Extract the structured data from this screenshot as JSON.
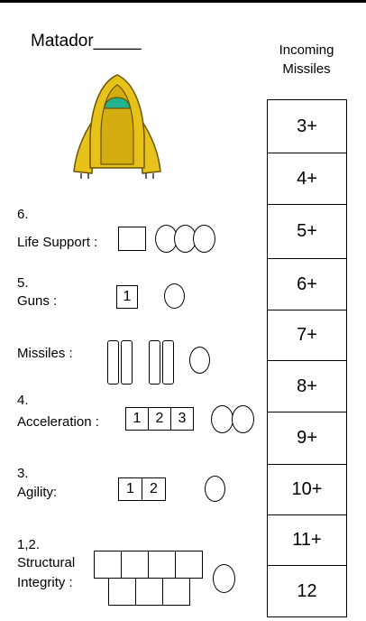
{
  "ship_name_label": "Matador_____",
  "track": {
    "header_line1": "Incoming",
    "header_line2": "Missiles",
    "cells": [
      "3+",
      "4+",
      "5+",
      "6+",
      "7+",
      "8+",
      "9+",
      "10+",
      "11+",
      "12"
    ]
  },
  "systems": {
    "life_support": {
      "number": "6.",
      "label": "Life Support :"
    },
    "guns": {
      "number": "5.",
      "label": "Guns :",
      "boxes": [
        "1"
      ]
    },
    "missiles": {
      "label": "Missiles :"
    },
    "acceleration": {
      "number": "4.",
      "label": "Acceleration :",
      "boxes": [
        "1",
        "2",
        "3"
      ]
    },
    "agility": {
      "number": "3.",
      "label": "Agility:",
      "boxes": [
        "1",
        "2"
      ]
    },
    "structural_integrity": {
      "number": "1,2.",
      "label_line1": "Structural",
      "label_line2": "Integrity :"
    }
  },
  "colors": {
    "ship_body": "#e6c21a",
    "ship_outline": "#6b5400",
    "canopy": "#22b28e"
  }
}
